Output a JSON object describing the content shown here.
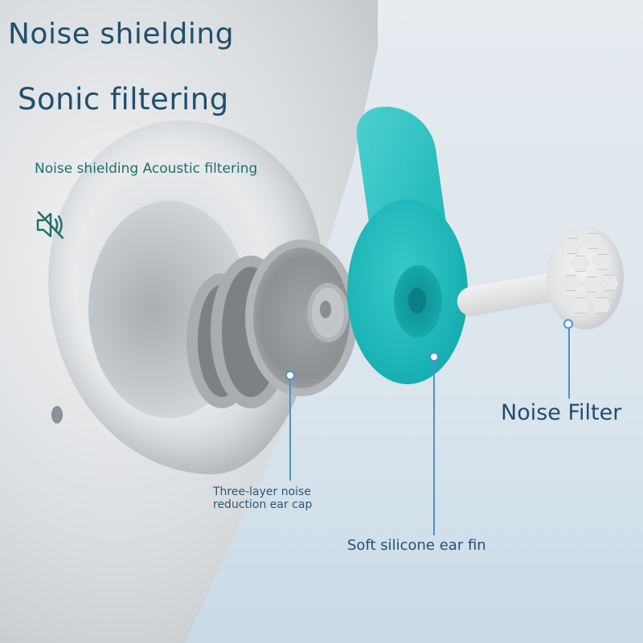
{
  "headline": {
    "line1": "Noise shielding",
    "line2": "Sonic filtering"
  },
  "subtitle": "Noise shielding Acoustic filtering",
  "icon": {
    "name": "speaker-mute-icon",
    "color": "#1f6e6a"
  },
  "callouts": {
    "ear_cap": {
      "line1": "Three-layer noise",
      "line2": "reduction ear cap"
    },
    "ear_fin": "Soft silicone ear fin",
    "filter": "Noise Filter"
  },
  "colors": {
    "text_primary": "#1f4f6e",
    "text_subtitle": "#1f6e6a",
    "leader_line": "#4a94c9",
    "fin_teal": "#1cb4b6",
    "cap_gray": "#9fa3a6",
    "filter_white": "#e6e8e9"
  }
}
